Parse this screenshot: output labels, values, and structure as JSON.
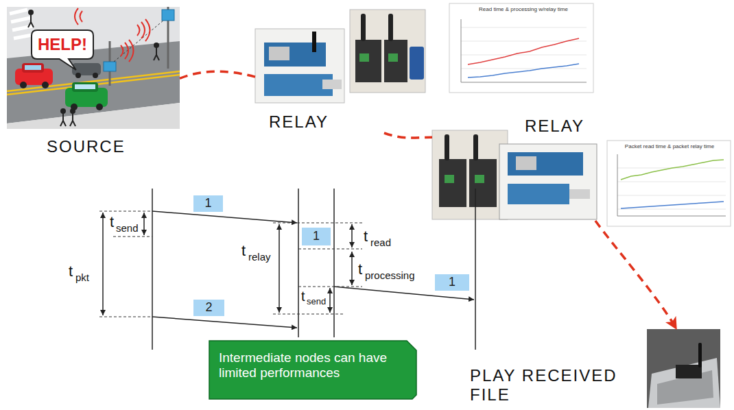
{
  "diagram": {
    "nodes": [
      {
        "text": [
          "SOURCE"
        ]
      },
      {
        "text": [
          "HELP!"
        ],
        "in": 0
      },
      {
        "text": [
          "RELAY"
        ]
      },
      {
        "text": [
          "RELAY"
        ]
      },
      {
        "text": [
          "PLAY RECEIVED FILE"
        ]
      },
      {
        "text": [
          "1"
        ]
      },
      {
        "text": [
          "1"
        ]
      },
      {
        "text": [
          "1"
        ]
      },
      {
        "text": [
          "2"
        ]
      },
      {
        "text": [
          "Intermediate nodes can have limited performances"
        ]
      }
    ],
    "edges": [
      {
        "from": 0,
        "to": 2,
        "arrow": "none"
      },
      {
        "from": 2,
        "to": 3,
        "arrow": "none"
      },
      {
        "from": 3,
        "to": 4,
        "arrow": "to"
      }
    ],
    "labels": [
      "Read time & processing w/relay time",
      "Packet read time & packet relay time",
      "t",
      "send",
      "t",
      "pkt",
      "t",
      "relay",
      "t",
      "read",
      "t",
      "processing",
      "t",
      "send"
    ]
  }
}
